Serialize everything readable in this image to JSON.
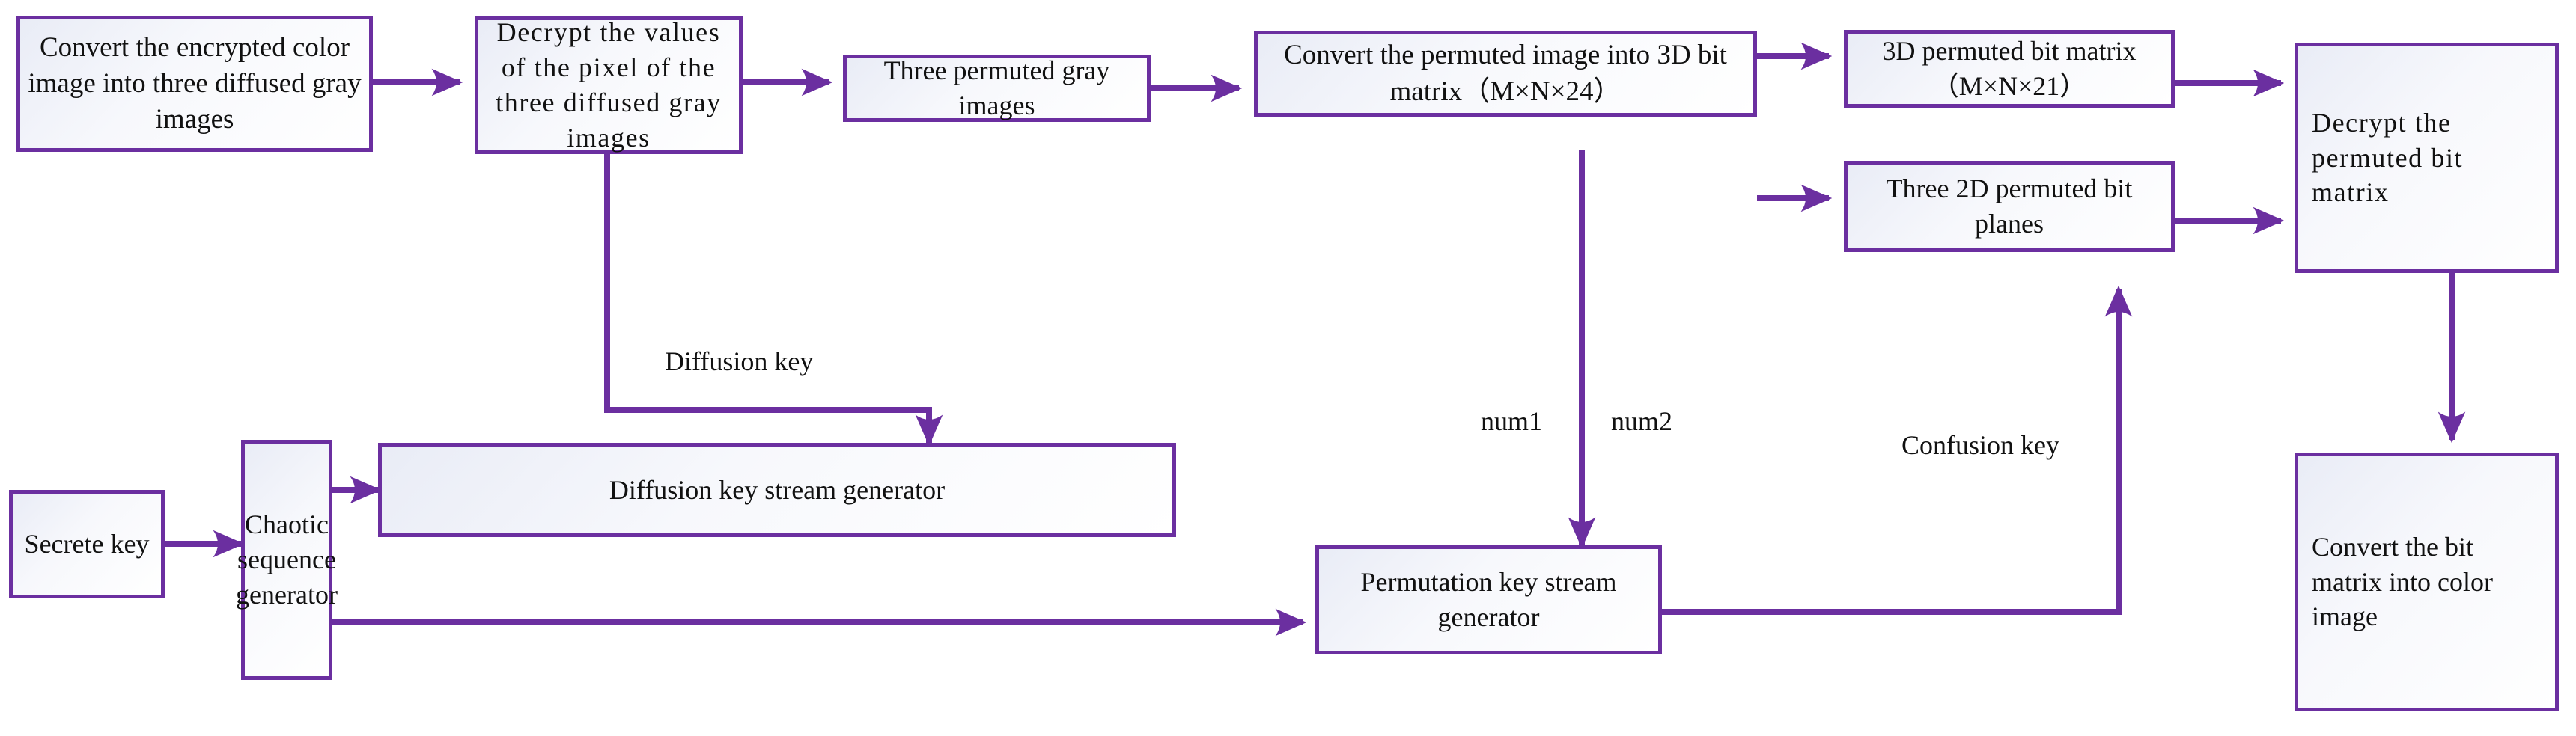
{
  "diagram": {
    "title": "Decryption process flowchart",
    "accent_color": "#6B2FA0",
    "text_color": "#111111",
    "background": "#ffffff"
  },
  "nodes": {
    "convert_encrypted": "Convert  the encrypted color image into three diffused gray images",
    "decrypt_values": "Decrypt the values of the pixel of the three diffused gray images",
    "three_permuted_gray": "Three permuted gray images",
    "convert_permuted_3d": "Convert the permuted image into 3D bit matrix（M×N×24）",
    "bit_matrix_21": "3D permuted bit matrix（M×N×21）",
    "three_2d_planes": "Three 2D permuted bit planes",
    "decrypt_permuted": "Decrypt the permuted bit matrix",
    "convert_bit_matrix": "Convert the bit matrix into color image",
    "secrete_key": "Secrete key",
    "chaotic_generator": "Chaotic sequence generator",
    "diffusion_generator": "Diffusion key stream generator",
    "permutation_generator": "Permutation key stream generator"
  },
  "edge_labels": {
    "diffusion_key": "Diffusion key",
    "num1": "num1",
    "num2": "num2",
    "confusion_key": "Confusion key"
  }
}
